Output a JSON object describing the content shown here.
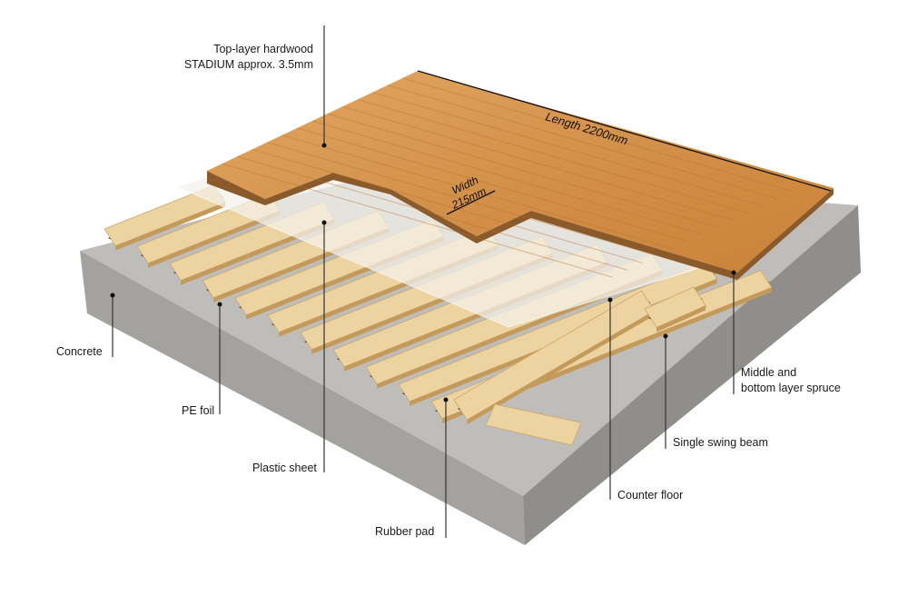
{
  "labels": {
    "top_layer_line1": "Top-layer hardwood",
    "top_layer_line2": "STADIUM approx. 3.5mm",
    "length": "Length 2200mm",
    "width_line1": "Width",
    "width_line2": "215mm",
    "concrete": "Concrete",
    "pe_foil": "PE foil",
    "plastic_sheet": "Plastic sheet",
    "rubber_pad": "Rubber pad",
    "counter_floor": "Counter floor",
    "single_swing_beam": "Single swing beam",
    "spruce_line1": "Middle and",
    "spruce_line2": "bottom layer spruce"
  },
  "colors": {
    "concrete_top": "#bdbcb8",
    "concrete_side": "#9c9b97",
    "spruce": "#ecd3a0",
    "hardwood": "#d9974a",
    "rubber": "#2a2a2a"
  }
}
